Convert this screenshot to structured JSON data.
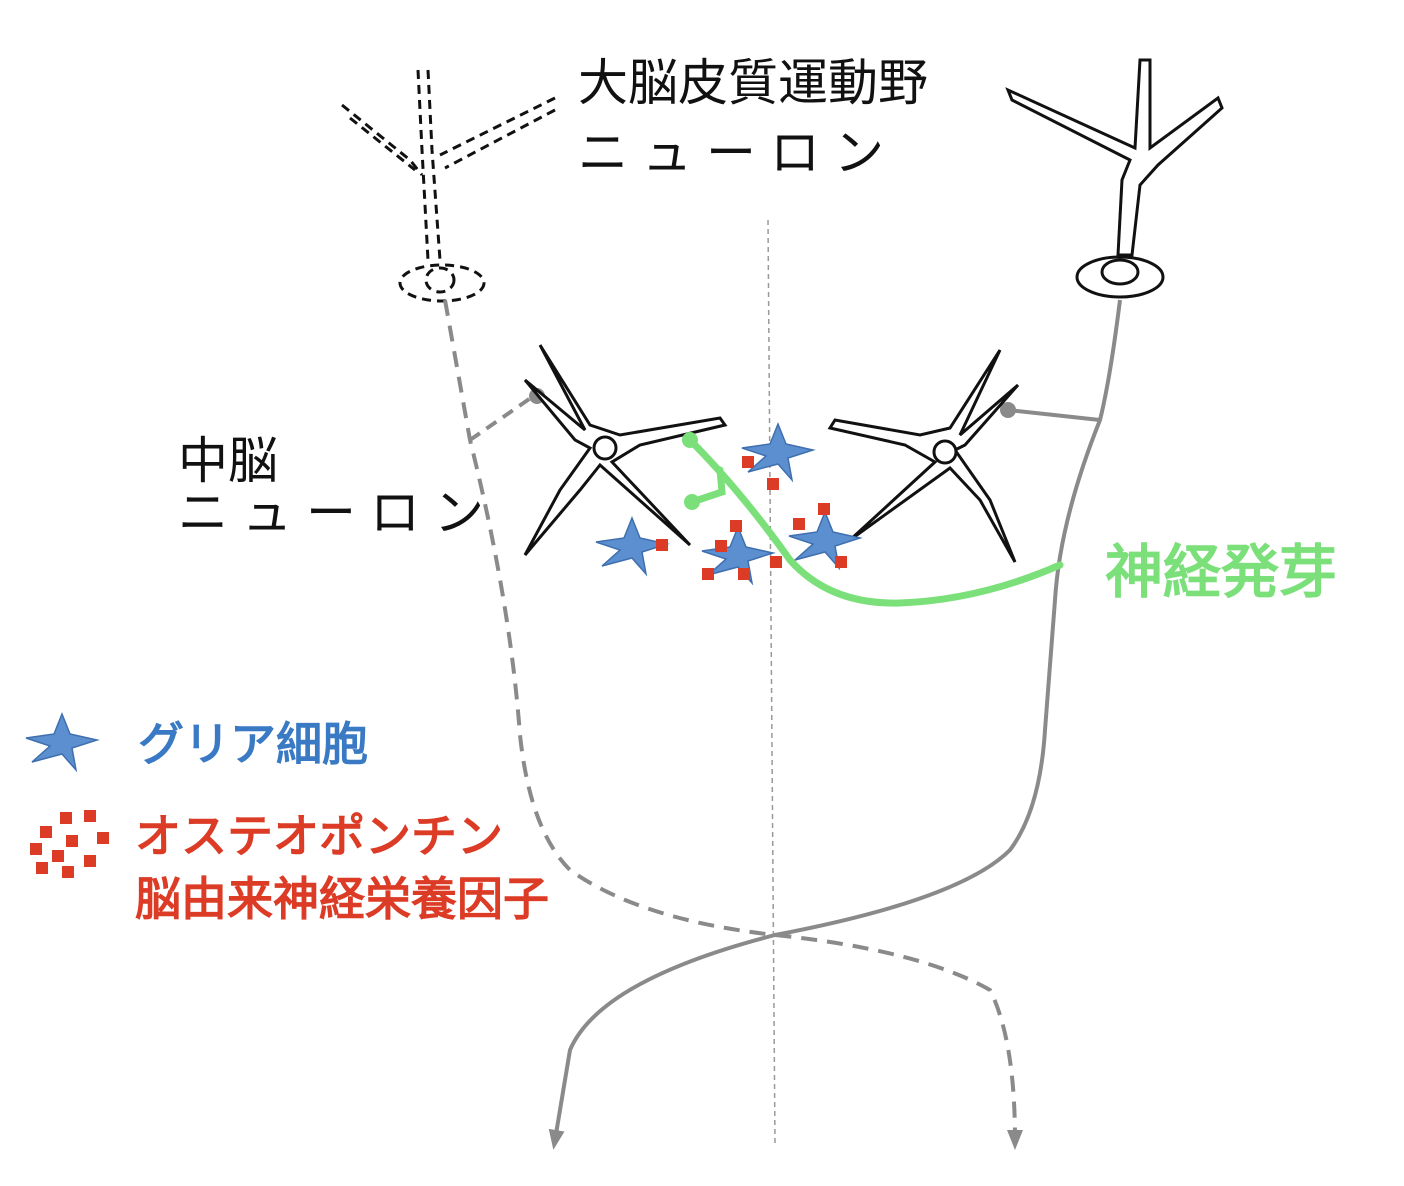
{
  "labels": {
    "cortex_title": "大脳皮質運動野",
    "cortex_sub": "ニューロン",
    "midbrain_title": "中脳",
    "midbrain_sub": "ニューロン",
    "sprouting": "神経発芽"
  },
  "legend": {
    "glia": "グリア細胞",
    "factor_line1": "オステオポンチン",
    "factor_line2": "脳由来神経栄養因子"
  },
  "colors": {
    "glia": "#5b8fd0",
    "factor": "#dc3b26",
    "sprout": "#7be07a",
    "axon": "#8a8a8a"
  }
}
